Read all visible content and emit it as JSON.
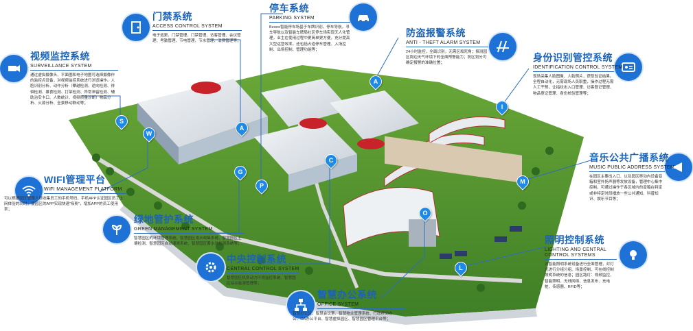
{
  "colors": {
    "accent": "#1e72d6",
    "title": "#1a63b8",
    "roof_red": "#c8222a",
    "grass": "#4d8f2b"
  },
  "systems": {
    "surveillance": {
      "title": "视频监控系统",
      "subtitle": "SURVEILLANCE SYSTEM",
      "icon": "camera-icon",
      "desc": "通过虚拟摄像头、平面图和电子地图可选择摄像作的监控点设备，对视频监控系统进行浏览操作。人脸识别分析、动作分析（攀越检测、逆向检测、徘徊检测、暴食检测、打架检测、异常滞留检测、辅助治安卡口、人数统计、视频质量诊断）物品分析、火源分析、全景移动联动等；"
    },
    "access": {
      "title": "门禁系统",
      "subtitle": "ACCESS CONTROL SYSTEM",
      "icon": "door-icon",
      "desc": "电子巡更、门禁管理、门禁管理、访客管理、会议管理、考勤管理、节电管理、节水管理、消费管理等；"
    },
    "parking": {
      "title": "停车系统",
      "subtitle": "PARKING SYSTEM",
      "icon": "car-icon",
      "desc": "Beone智能停车场基于车牌识别，停车导航，寻车导航以及智能车牌局社区停车场实现无人化管理，业主在使用过程中更简单更方便，充分提高大型运营效率。还包括占道停车管理、入场控制、出场控制、管理功能等；"
    },
    "antitheft": {
      "title": "防盗报警系统",
      "subtitle": "ANTI - THEFT ALARM SYSTEM",
      "icon": "alarm-icon",
      "desc": "24小时监控，全面识别，无需区和死角；探测园区周边天气环境下的全面预警能力；防区划分可确定报警的准确位置；"
    },
    "identification": {
      "title": "身份识别管控系统",
      "subtitle": "IDENTIFICATION CONTROL SYSTEM",
      "icon": "id-card-icon",
      "desc": "现场采集人脸图像、人脸照片，获取验证结果。全程自动化，无需现场人员职重，操作过程无需人工干预，让指纹出入口管理、访客登记管理、物品登记管理、身份核验管理等；"
    },
    "wifi": {
      "title": "WIFI管理平台",
      "subtitle": "WIFI MANAGEMENT PLATFORM",
      "icon": "wifi-icon",
      "desc": "可以根据园区管理人员收集员工的手机号码，手机APP认证园区员工上网体验的同时，使园区的APP实现快速“吸粉”，增加APP的员工使用率；"
    },
    "music": {
      "title": "音乐公共广播系统",
      "subtitle": "MUSIC PUBLIC ADDRESS SYSTEM",
      "icon": "megaphone-icon",
      "desc": "在园区主要出入口、以及园区移动内设备音箱和室外扬声器等发放设备，管理中心集中控制，可通过操作于各区域内的音箱在特定或非特定时段播放一些公共通知、科普知识、娱乐节目等；"
    },
    "green": {
      "title": "绿地管护系统",
      "subtitle": "GREEN MANAGEMENT SYSTEM",
      "icon": "plant-icon",
      "desc": "智慧园区的环境管理系统、智慧园区雨水收集系统、智慧园区土壤检测、智慧园区自动灌溉系统、智慧园区蓄水池检测系统等；"
    },
    "central": {
      "title": "中央控制系统",
      "subtitle": "CENTRAL CONTROL SYSTEM",
      "icon": "gear-icon",
      "desc": "智慧园区机房动力环境监控系统、智慧园区综合能源管理等；"
    },
    "lighting": {
      "title": "照明控制系统",
      "subtitle_line1": "LIGHTING AND CENTRAL",
      "subtitle_line2": "CONTROL SYSTEMS",
      "icon": "bulb-icon",
      "desc": "对智能照明系统设备进行全面管理，对灯光进行分组分组、场景控制、可在线控制照明系统的信息；园区路灯：视频监控、智能照明、无线网络、信息发布、充电桩、传感器、RFID等；"
    },
    "office": {
      "title": "智慧办公系统",
      "subtitle": "OFFICE SYSTEM",
      "icon": "network-icon",
      "desc": "智慧办公区、智慧会议室、智慧物业管理系统、行政移动办公、OA办公平台、智慧虚拟园区、智慧园区管理平台等；"
    }
  },
  "markers": [
    "S",
    "W",
    "A",
    "G",
    "P",
    "C",
    "A",
    "I",
    "M",
    "O",
    "L"
  ]
}
